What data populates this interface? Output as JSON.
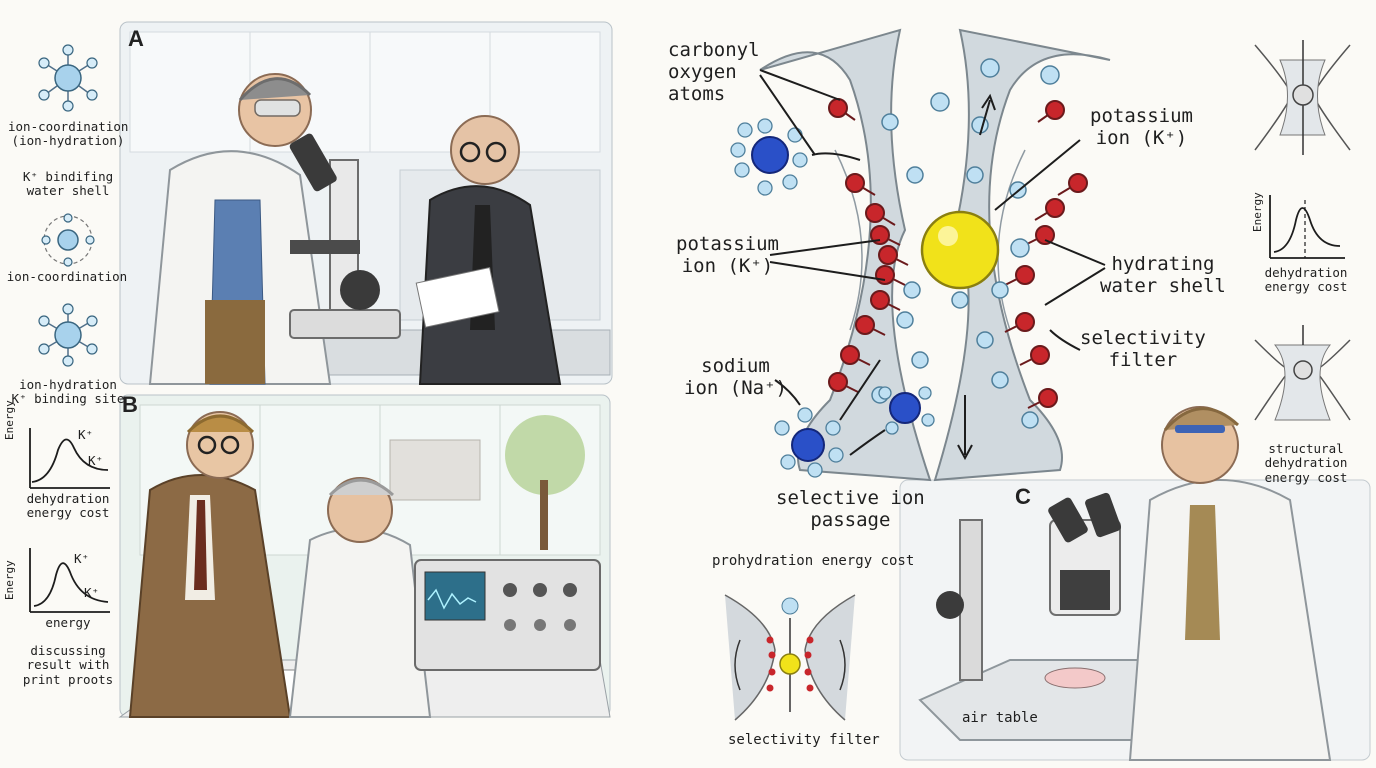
{
  "panels": {
    "a": "A",
    "b": "B",
    "c": "C"
  },
  "left_sidebar": {
    "label_1": [
      "ion-coordination",
      "(ion-hydration)"
    ],
    "label_2": [
      "K⁺ bindifing",
      "water shell"
    ],
    "label_3": [
      "ion-coordination"
    ],
    "label_4": [
      "ion-hydration",
      "K⁺ binding site"
    ],
    "chart_1": {
      "ylabel": "Energy",
      "peak_label": "K⁺",
      "tail_label": "K⁺",
      "caption": [
        "dehydration",
        "energy cost"
      ]
    },
    "chart_2": {
      "ylabel": "Energy",
      "peak_label": "K⁺",
      "tail_label": "K⁺",
      "xlabel": "energy",
      "caption": [
        "discussing",
        "result with",
        "print proots"
      ]
    }
  },
  "main_diagram": {
    "carbonyl": [
      "carbonyl",
      "oxygen",
      "atoms"
    ],
    "potassium_right": [
      "potassium",
      "ion (K⁺)"
    ],
    "potassium_left": [
      "potassium",
      "ion (K⁺)"
    ],
    "hydrating": [
      "hydrating",
      "water shell"
    ],
    "selectivity": [
      "selectivity",
      "filter"
    ],
    "sodium": [
      "sodium",
      "ion (Na⁺)"
    ],
    "passage": [
      "selective ion",
      "passage"
    ],
    "prohydration": "prohydration energy cost",
    "selectivity_bottom": "selectivity filter",
    "air_table": "air table"
  },
  "right_sidebar": {
    "chart": {
      "ylabel": "Energy",
      "caption": [
        "dehydration",
        "energy cost"
      ]
    },
    "structural": [
      "structural",
      "dehydration",
      "energy cost"
    ]
  },
  "colors": {
    "potassium": "#f1e21a",
    "sodium": "#2a50c8",
    "water": "#bfe0f3",
    "carbonyl": "#c8262b",
    "membrane": "#cdd6dc",
    "labcoat": "#f4f4f2"
  }
}
